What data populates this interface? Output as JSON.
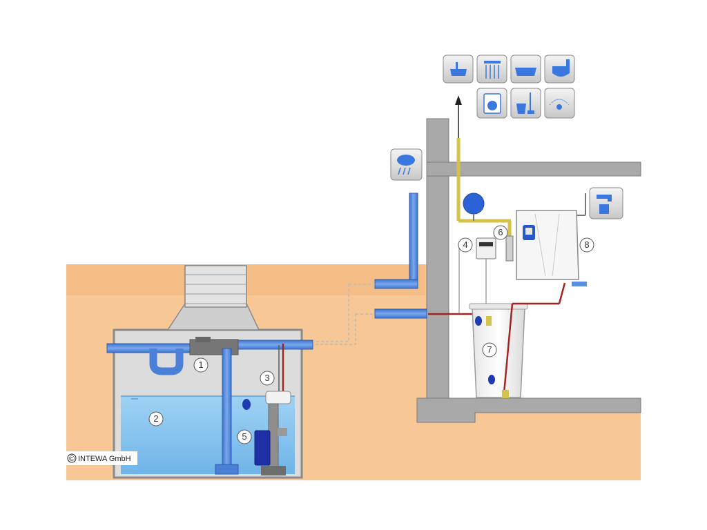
{
  "copyright": "INTEWA GmbH",
  "copyright_symbol": "©",
  "callouts": [
    {
      "id": "1",
      "label": "1"
    },
    {
      "id": "2",
      "label": "2"
    },
    {
      "id": "3",
      "label": "3"
    },
    {
      "id": "4",
      "label": "4"
    },
    {
      "id": "5",
      "label": "5"
    },
    {
      "id": "6",
      "label": "6"
    },
    {
      "id": "7",
      "label": "7"
    },
    {
      "id": "8",
      "label": "8"
    }
  ],
  "usage_icons": [
    "washbasin-icon",
    "shower-icon",
    "bathtub-icon",
    "toilet-icon",
    "washing-machine-icon",
    "cleaning-bucket-icon",
    "garden-sprinkler-icon"
  ],
  "colors": {
    "soil": "#f7c796",
    "wall": "#a9a9a9",
    "pipe_blue": "#5b8fe0",
    "water": "#8cc8f0",
    "pipe_red": "#a32323",
    "pipe_yellow": "#d4c24a"
  }
}
